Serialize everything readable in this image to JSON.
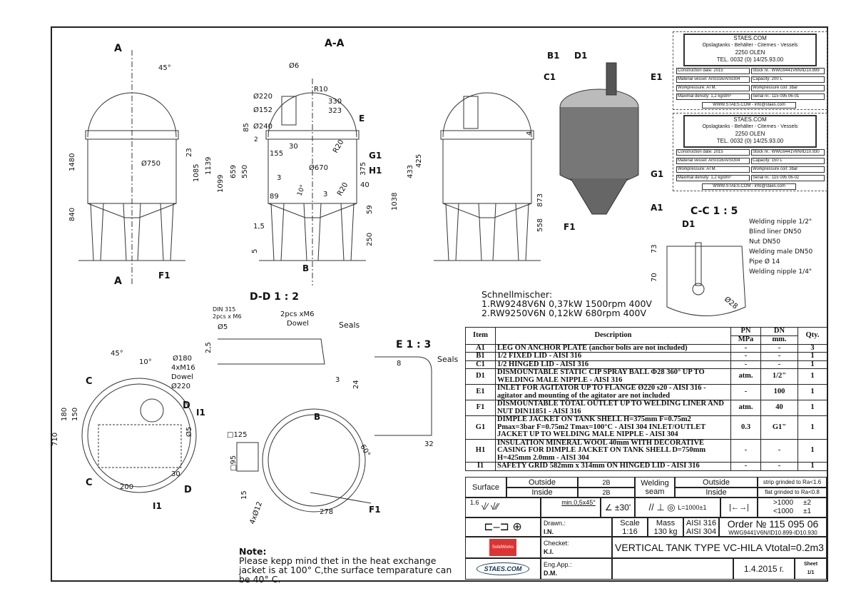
{
  "views": {
    "front": {
      "section_marks": [
        "A",
        "A"
      ],
      "dims": [
        "45°",
        "1480",
        "840",
        "1085",
        "23",
        "Ø750"
      ],
      "callout": "F1"
    },
    "section_aa": {
      "title": "A-A",
      "dims": [
        "Ø6",
        "R10",
        "Ø220",
        "Ø152",
        "Ø240",
        "330",
        "323",
        "85",
        "2",
        "155",
        "30",
        "Ø670",
        "1139",
        "1099",
        "659",
        "550",
        "3",
        "89",
        "10°",
        "3",
        "R20",
        "R20",
        "375",
        "40",
        "1038",
        "59",
        "250",
        "1,5",
        "5"
      ],
      "callouts": [
        "E",
        "G1",
        "H1",
        "B"
      ]
    },
    "side": {
      "dims": [
        "4",
        "425",
        "433",
        "873",
        "558"
      ]
    },
    "iso": {
      "callouts": [
        "B1",
        "D1",
        "C1",
        "E1",
        "G1",
        "F1",
        "A1"
      ]
    },
    "detail_cc": {
      "title": "C-C 1 : 5",
      "callout": "D1",
      "labels": [
        "Welding nipple 1/2\"",
        "Blind liner DN50",
        "Nut DN50",
        "Welding male DN50",
        "Pipe Ø 14",
        "Welding nipple 1/4\""
      ],
      "dims": [
        "73",
        "70",
        "Ø28"
      ]
    },
    "detail_dd": {
      "title": "D-D 1 : 2",
      "labels": [
        "DIN 315",
        "2pcs x M6",
        "Ø5",
        "2pcs xM6",
        "Dowel",
        "Seals"
      ],
      "dims": [
        "2,5",
        "3"
      ]
    },
    "detail_e": {
      "title": "E 1 : 3",
      "labels": [
        "Seals"
      ],
      "dims": [
        "8",
        "24",
        "32"
      ]
    },
    "top": {
      "dims": [
        "45°",
        "10°",
        "Ø180",
        "4xM16",
        "Dowel",
        "Ø220",
        "180",
        "150",
        "710",
        "200",
        "Ø5",
        "30"
      ],
      "callouts": [
        "C",
        "C",
        "D",
        "D",
        "I1",
        "I1"
      ]
    },
    "view_b": {
      "title": "B",
      "dims": [
        "□125",
        "□95",
        "15",
        "4xØ12",
        "60°",
        "278"
      ],
      "callout": "F1"
    }
  },
  "mixer": {
    "title": "Schnellmischer:",
    "lines": [
      "1.RW9248V6N 0,37kW 1500rpm 400V",
      "2.RW9250V6N 0,12kW 680rpm 400V"
    ]
  },
  "nameplates": [
    {
      "company": "STAES.COM",
      "tagline": "Opslagtanks - Behälter - Citernes - Vessels",
      "city": "2250 OLEN",
      "tel": "TEL. 0032 (0) 14/25.93.00",
      "fields": [
        "Construction date: 2015",
        "Stock nr.: WWG9441V6N/ID10.899",
        "Material vessel: AISI316/AISI304",
        "Capacity: 200 L",
        "Workpressure: ATM.",
        "Workpressure coil: 3bar",
        "Maximal density: 1,2 kg/dm³",
        "Serial nr.: 115 095 06-01"
      ],
      "footer": "WWW.STAES.COM - info@staes.com"
    },
    {
      "company": "STAES.COM",
      "tagline": "Opslagtanks - Behälter - Citernes - Vessels",
      "city": "2250 OLEN",
      "tel": "TEL. 0032 (0) 14/25.93.00",
      "fields": [
        "Construction date: 2015",
        "Stock nr.: WWG9441V6N/ID10.930",
        "Material vessel: AISI316/AISI304",
        "Capacity: 150 L",
        "Workpressure: ATM.",
        "Workpressure coil: 3bar",
        "Maximal density: 1,2 kg/dm³",
        "Serial nr.: 115 095 06-02"
      ],
      "footer": "WWW.STAES.COM - info@staes.com"
    }
  ],
  "parts_table": {
    "headers": {
      "item": "Item",
      "description": "Description",
      "pn": "PN",
      "pn_unit": "MPa",
      "dn": "DN",
      "dn_unit": "mm.",
      "qty": "Qty."
    },
    "rows": [
      {
        "item": "A1",
        "description": "LEG ON ANCHOR PLATE (anchor bolts are not included)",
        "pn": "-",
        "dn": "-",
        "qty": "3"
      },
      {
        "item": "B1",
        "description": "1/2 FIXED LID - AISI 316",
        "pn": "-",
        "dn": "-",
        "qty": "1"
      },
      {
        "item": "C1",
        "description": "1/2 HINGED LID  - AISI 316",
        "pn": "-",
        "dn": "-",
        "qty": "1"
      },
      {
        "item": "D1",
        "description": "DISMOUNTABLE STATIC CIP SPRAY BALL Φ28  360° UP TO WELDING MALE NIPPLE - AISI 316",
        "pn": "atm.",
        "dn": "1/2\"",
        "qty": "1"
      },
      {
        "item": "E1",
        "description": "INLET FOR AGITATOR UP TO FLANGE Ø220 s20  - AISI 316 - agitator and mounting of the agitator are not included",
        "pn": "-",
        "dn": "100",
        "qty": "1"
      },
      {
        "item": "F1",
        "description": "DISMOUNTABLE TOTAL OUTLET UP TO WELDING LINER AND NUT DIN11851  - AISI 316",
        "pn": "atm.",
        "dn": "40",
        "qty": "1"
      },
      {
        "item": "G1",
        "description": "DIMPLE JACKET ON TANK SHELL H=375mm F=0.75m2 Pmax=3bar F=0.75m2 Tmax=100°C - AISI 304 INLET/OUTLET JACKET UP TO WELDING MALE NIPPLE  - AISI 304",
        "pn": "0.3",
        "dn": "G1\"",
        "qty": "1"
      },
      {
        "item": "H1",
        "description": "INSULATION MINERAL WOOL 40mm  WITH DECORATIVE CASING FOR DIMPLE JACKET ON TANK SHELL D=750mm H=425mm 2.0mm  - AISI 304",
        "pn": "-",
        "dn": "-",
        "qty": "1"
      },
      {
        "item": "I1",
        "description": "SAFETY GRID 582mm x 314mm ON HINGED LID - AISI 316",
        "pn": "-",
        "dn": "-",
        "qty": "1"
      }
    ]
  },
  "title_block": {
    "surface": "Surface",
    "outside": "Outside",
    "inside": "Inside",
    "outside_val": "2B",
    "inside_val": "2B",
    "welding_seam": "Welding seam",
    "weld_outside": "Outside",
    "weld_inside": "Inside",
    "weld_outside_val": "strip grinded to Ra<1.6",
    "weld_inside_val": "flat grinded to Ra<0.8",
    "roughness": "1.6",
    "chamfer": "min.0,5x45°",
    "angle_tol": "±30'",
    "length_tol": "L=1000±1",
    "tol_gt": ">1000",
    "tol_gt_val": "±2",
    "tol_lt": "<1000",
    "tol_lt_val": "±1",
    "drawn_label": "Drawn.:",
    "drawn": "I.N.",
    "checked_label": "Checket:",
    "checked": "K.I.",
    "eng_label": "Eng.App.:",
    "eng": "D.M.",
    "scale_label": "Scale",
    "scale": "1:16",
    "mass_label": "Mass",
    "mass": "130 kg",
    "material1": "AISI 316",
    "material2": "AISI 304",
    "order": "Order № 115 095 06",
    "order_ref": "WWG9441V6N/ID10.899-ID10.930",
    "title": "VERTICAL TANK TYPE VC-HILA  Vtotal=0.2m3",
    "date": "1.4.2015 г.",
    "sheet_label": "Sheet",
    "sheet": "1/1",
    "logo": "STAES.COM",
    "cad_logo": "SolidWorks"
  },
  "note": {
    "title": "Note:",
    "text": "Please kepp mind thet in the heat exchange jacket is at 100° C,the surface temparature can be 40° C."
  }
}
